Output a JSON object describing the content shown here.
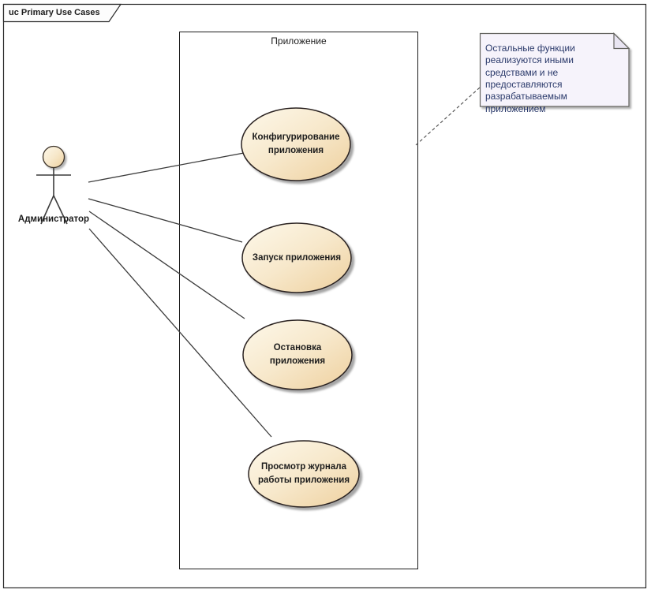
{
  "frame": {
    "title": "uc Primary Use Cases"
  },
  "boundary": {
    "label": "Приложение"
  },
  "actor": {
    "label": "Администратор"
  },
  "use_cases": [
    {
      "label": "Конфигурирование\nприложения"
    },
    {
      "label": "Запуск приложения"
    },
    {
      "label": "Остановка\nприложения"
    },
    {
      "label": "Просмотр журнала\nработы приложения"
    }
  ],
  "note": {
    "text": "Остальные функции реализуются иными средствами и не предоставляются разрабатываемым приложением"
  },
  "colors": {
    "ellipse_fill_light": "#fdf8ea",
    "ellipse_fill_dark": "#eed09e",
    "ellipse_border": "#2b2420",
    "note_fill": "#f6f3fb",
    "note_fold": "#e9e5f2",
    "note_border": "#63635e",
    "note_text": "#2b3a6b",
    "connector": "#3c3c3c",
    "frame_border": "#2a2a2a"
  }
}
